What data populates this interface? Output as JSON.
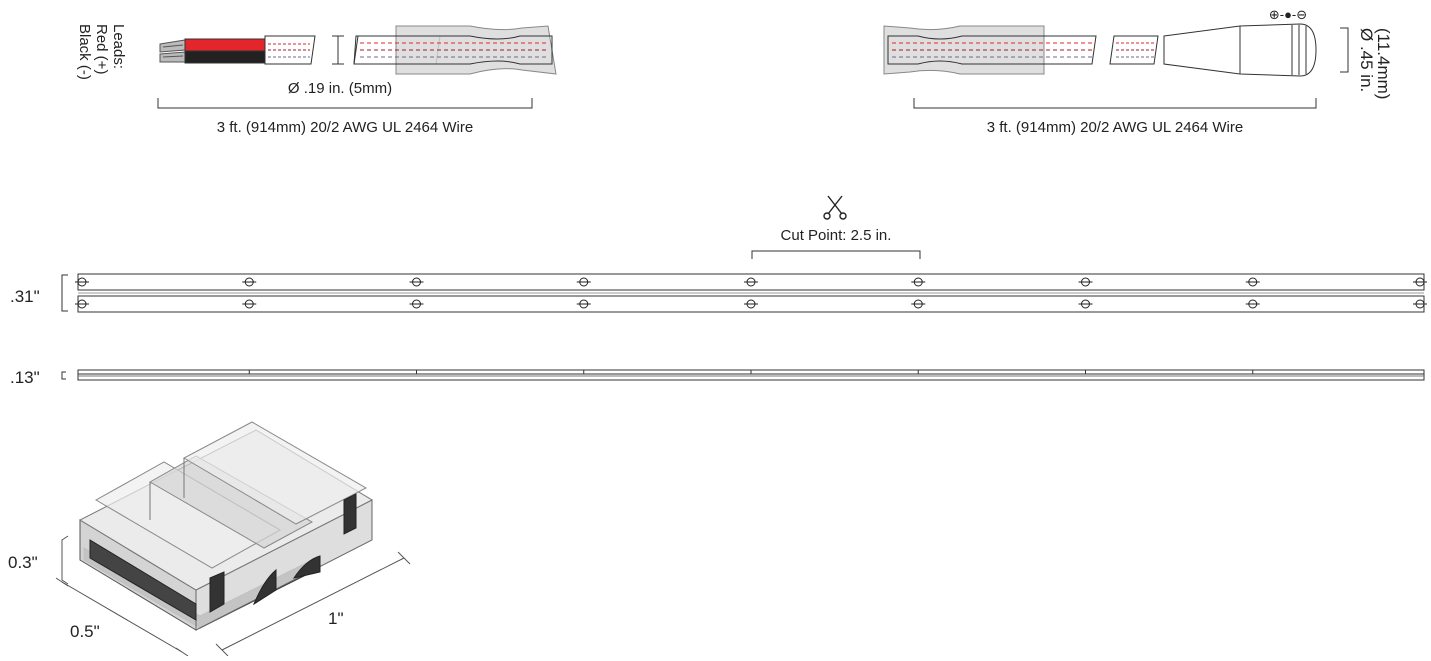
{
  "leads_label": {
    "line1": "Leads:",
    "line2": "Red (+)",
    "line3": "Black (-)"
  },
  "left_cable": {
    "diameter_label": "Ø .19 in. (5mm)",
    "length_label": "3 ft. (914mm) 20/2 AWG UL 2464 Wire"
  },
  "right_cable": {
    "length_label": "3 ft. (914mm) 20/2 AWG UL 2464 Wire",
    "polarity_symbol": "⊕-●-⊖",
    "diameter_line1": "Ø .45 in.",
    "diameter_line2": "(11.4mm)"
  },
  "strip": {
    "cut_label": "Cut Point: 2.5 in.",
    "scissors_icon": "scissors-icon",
    "width_label": ".31\"",
    "height_label": ".13\"",
    "pad_marker_count": 8
  },
  "connector": {
    "height_label": "0.3\"",
    "width_label": "0.5\"",
    "length_label": "1\""
  },
  "colors": {
    "red_wire": "#e3262c",
    "black_wire": "#222222",
    "sleeve": "#d9d9d9",
    "line": "#333333"
  }
}
